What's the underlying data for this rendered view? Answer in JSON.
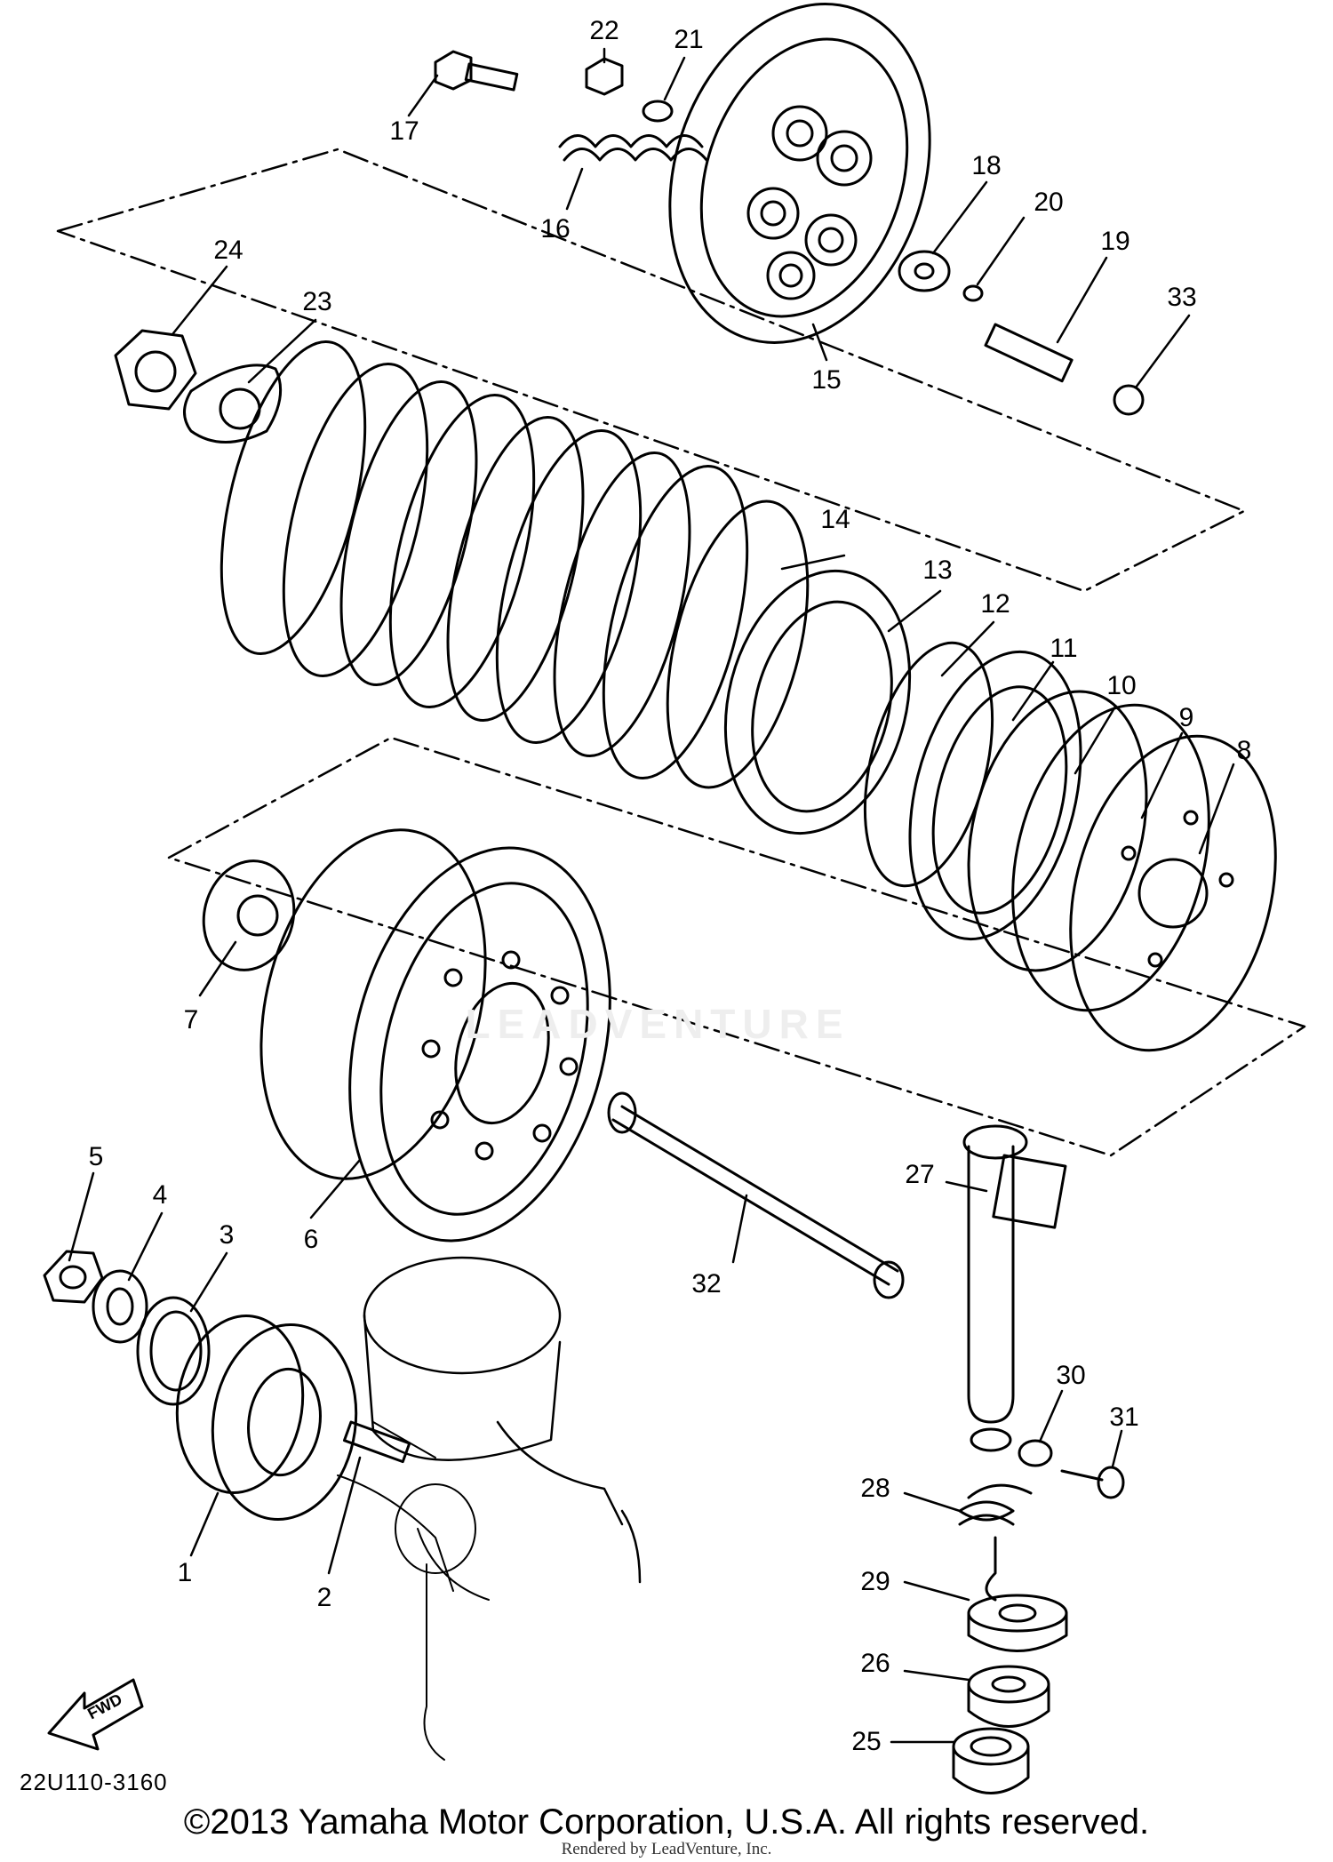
{
  "diagram": {
    "title": "",
    "part_code": "22U110-3160",
    "fwd_label": "FWD",
    "watermark": "LEADVENTURE",
    "part_numbers": [
      "1",
      "2",
      "3",
      "4",
      "5",
      "6",
      "7",
      "8",
      "9",
      "10",
      "11",
      "12",
      "13",
      "14",
      "15",
      "16",
      "17",
      "18",
      "19",
      "20",
      "21",
      "22",
      "23",
      "24",
      "25",
      "26",
      "27",
      "28",
      "29",
      "30",
      "31",
      "32",
      "33"
    ]
  },
  "footer": {
    "copyright": "©2013 Yamaha Motor Corporation, U.S.A. All rights reserved.",
    "rendered_by": "Rendered by LeadVenture, Inc."
  }
}
